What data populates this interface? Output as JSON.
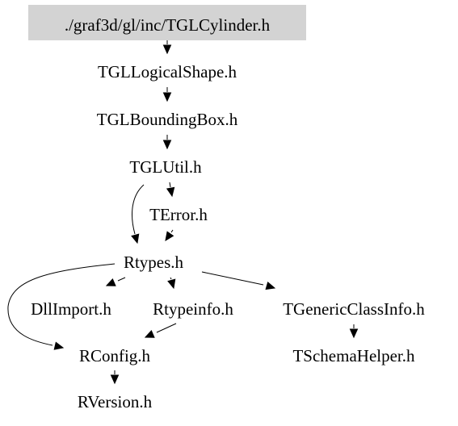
{
  "diagram": {
    "colors": {
      "root_fill": "#d3d3d3",
      "edge": "#000000",
      "text": "#000000"
    },
    "nodes": [
      {
        "id": "root",
        "label": "./graf3d/gl/inc/TGLCylinder.h",
        "highlighted": true
      },
      {
        "id": "logical",
        "label": "TGLLogicalShape.h"
      },
      {
        "id": "bbox",
        "label": "TGLBoundingBox.h"
      },
      {
        "id": "util",
        "label": "TGLUtil.h"
      },
      {
        "id": "terror",
        "label": "TError.h"
      },
      {
        "id": "rtypes",
        "label": "Rtypes.h"
      },
      {
        "id": "dllimport",
        "label": "DllImport.h"
      },
      {
        "id": "rtypeinfo",
        "label": "Rtypeinfo.h"
      },
      {
        "id": "generic",
        "label": "TGenericClassInfo.h"
      },
      {
        "id": "rconfig",
        "label": "RConfig.h"
      },
      {
        "id": "schema",
        "label": "TSchemaHelper.h"
      },
      {
        "id": "rversion",
        "label": "RVersion.h"
      }
    ],
    "edges": [
      {
        "from": "root",
        "to": "logical"
      },
      {
        "from": "logical",
        "to": "bbox"
      },
      {
        "from": "bbox",
        "to": "util"
      },
      {
        "from": "util",
        "to": "terror"
      },
      {
        "from": "util",
        "to": "rtypes"
      },
      {
        "from": "terror",
        "to": "rtypes"
      },
      {
        "from": "rtypes",
        "to": "dllimport"
      },
      {
        "from": "rtypes",
        "to": "rtypeinfo"
      },
      {
        "from": "rtypes",
        "to": "generic"
      },
      {
        "from": "rtypes",
        "to": "rconfig"
      },
      {
        "from": "rtypeinfo",
        "to": "rconfig"
      },
      {
        "from": "generic",
        "to": "schema"
      },
      {
        "from": "rconfig",
        "to": "rversion"
      }
    ]
  }
}
